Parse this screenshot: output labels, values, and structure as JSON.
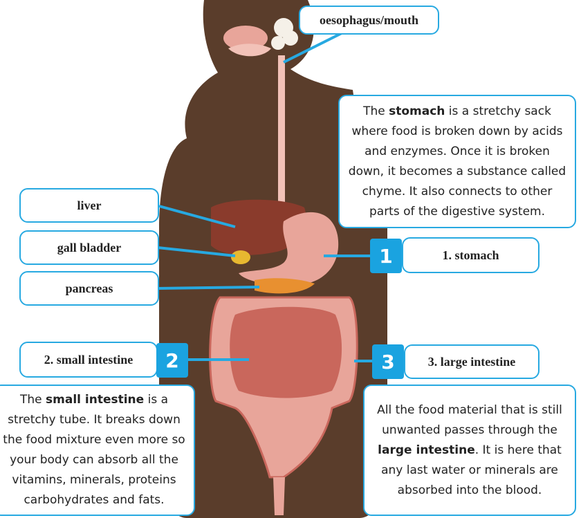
{
  "labels": {
    "oesophagus": "oesophagus/mouth",
    "liver": "liver",
    "gall_bladder": "gall bladder",
    "pancreas": "pancreas",
    "stomach": "1. stomach",
    "small_intestine": "2. small intestine",
    "large_intestine": "3. large intestine"
  },
  "numbers": {
    "n1": "1",
    "n2": "2",
    "n3": "3"
  },
  "stomach_desc": {
    "pre": "The ",
    "bold": "stomach",
    "post": " is a stretchy sack where food is broken down by acids and enzymes. Once it is broken down, it becomes a substance called chyme. It also connects to other parts of the digestive system."
  },
  "small_desc": {
    "pre": "The ",
    "bold": "small intestine",
    "post": " is a stretchy tube. It breaks down the food mixture even more so your body can absorb all the vitamins, minerals, proteins carbohydrates and fats."
  },
  "large_desc": {
    "pre": "All the food material that is still unwanted passes through the ",
    "bold": "large intestine",
    "post": ". It is here that any last water or minerals are absorbed into the blood."
  },
  "colors": {
    "accent": "#27a9e1",
    "skin": "#5a3d2b",
    "liver": "#8a3b2c",
    "stomach": "#e8a59a",
    "intestine": "#c9675c",
    "gall": "#e8b830",
    "pancreas": "#e89030"
  }
}
